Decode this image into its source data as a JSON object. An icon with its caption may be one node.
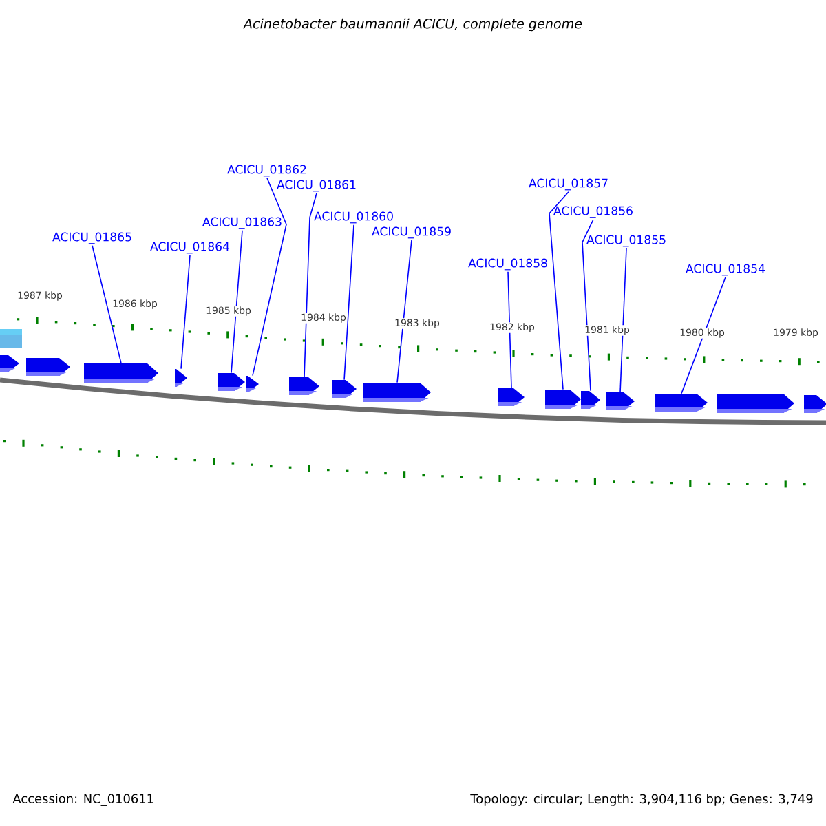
{
  "diagram": {
    "title": "Acinetobacter baumannii ACICU, complete genome",
    "nodes": [
      {
        "text": [
          "ACICU_01865"
        ]
      },
      {
        "text": [
          "ACICU_01864"
        ]
      },
      {
        "text": [
          "ACICU_01863"
        ]
      },
      {
        "text": [
          "ACICU_01862"
        ]
      },
      {
        "text": [
          "ACICU_01861"
        ]
      },
      {
        "text": [
          "ACICU_01860"
        ]
      },
      {
        "text": [
          "ACICU_01859"
        ]
      },
      {
        "text": [
          "ACICU_01858"
        ]
      },
      {
        "text": [
          "ACICU_01857"
        ]
      },
      {
        "text": [
          "ACICU_01856"
        ]
      },
      {
        "text": [
          "ACICU_01855"
        ]
      },
      {
        "text": [
          "ACICU_01854"
        ]
      },
      {
        "text": [],
        "shape": "box"
      },
      {
        "text": [],
        "shape": "arrow"
      },
      {
        "text": [],
        "shape": "arrow"
      },
      {
        "text": [],
        "shape": "arrow"
      },
      {
        "text": [],
        "shape": "arrow"
      },
      {
        "text": [],
        "shape": "arrow"
      },
      {
        "text": [],
        "shape": "arrow"
      },
      {
        "text": [],
        "shape": "arrow"
      },
      {
        "text": [],
        "shape": "arrow"
      },
      {
        "text": [],
        "shape": "arrow"
      },
      {
        "text": [],
        "shape": "arrow"
      },
      {
        "text": [],
        "shape": "arrow"
      },
      {
        "text": [],
        "shape": "arrow"
      },
      {
        "text": [],
        "shape": "arrow"
      },
      {
        "text": [],
        "shape": "arrow"
      },
      {
        "text": [],
        "shape": "arrow"
      },
      {
        "text": [],
        "shape": "arrow"
      }
    ],
    "edges": [
      {
        "from": 0,
        "to": 15,
        "arrow": "none"
      },
      {
        "from": 1,
        "to": 16,
        "arrow": "none"
      },
      {
        "from": 2,
        "to": 17,
        "arrow": "none"
      },
      {
        "from": 3,
        "to": 18,
        "arrow": "none"
      },
      {
        "from": 4,
        "to": 19,
        "arrow": "none"
      },
      {
        "from": 5,
        "to": 20,
        "arrow": "none"
      },
      {
        "from": 6,
        "to": 21,
        "arrow": "none"
      },
      {
        "from": 7,
        "to": 22,
        "arrow": "none"
      },
      {
        "from": 8,
        "to": 23,
        "arrow": "none"
      },
      {
        "from": 9,
        "to": 24,
        "arrow": "none"
      },
      {
        "from": 10,
        "to": 25,
        "arrow": "none"
      },
      {
        "from": 11,
        "to": 26,
        "arrow": "none"
      }
    ],
    "labels": [
      "1987 kbp",
      "1986 kbp",
      "1985 kbp",
      "1984 kbp",
      "1983 kbp",
      "1982 kbp",
      "1981 kbp",
      "1980 kbp",
      "1979 kbp",
      "Accession: NC_010611",
      "Topology: circular; Length: 3,904,116 bp; Genes: 3,749"
    ]
  }
}
